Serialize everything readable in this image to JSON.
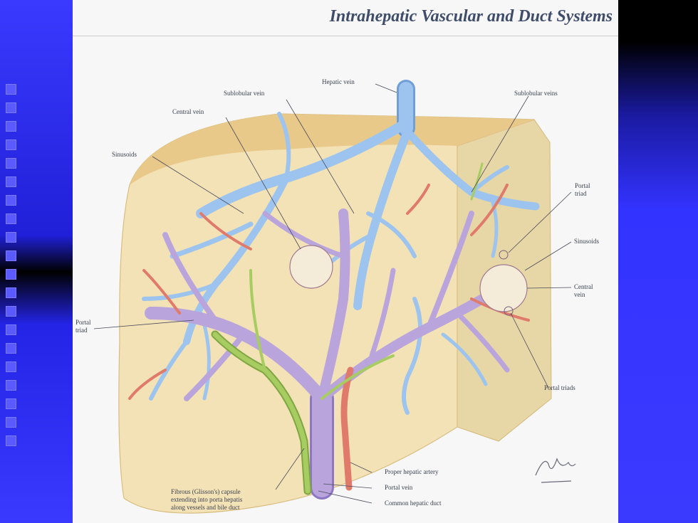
{
  "title": "Intrahepatic Vascular and Duct Systems",
  "labels": {
    "hepatic_vein": "Hepatic vein",
    "sublobular_vein_top": "Sublobular vein",
    "sublobular_veins_right": "Sublobular veins",
    "central_vein_top": "Central vein",
    "sinusoids_left": "Sinusoids",
    "portal_triad_right_1": "Portal",
    "portal_triad_right_2": "triad",
    "sinusoids_right": "Sinusoids",
    "central_vein_right_1": "Central",
    "central_vein_right_2": "vein",
    "portal_triad_left_1": "Portal",
    "portal_triad_left_2": "triad",
    "portal_triads": "Portal triads",
    "proper_hepatic_artery": "Proper hepatic artery",
    "portal_vein": "Portal vein",
    "common_hepatic_duct": "Common hepatic duct",
    "capsule_1": "Fibrous (Glisson's) capsule",
    "capsule_2": "extending into porta hepatis",
    "capsule_3": "along vessels and bile duct"
  },
  "colors": {
    "hepatic_vein": "#8fb8e6",
    "portal_vein": "#b9a4dc",
    "hepatic_artery": "#e07a6a",
    "bile_duct": "#9cc25a",
    "parenchyma": "#f3e2b6",
    "capsule": "#e9c98a"
  }
}
